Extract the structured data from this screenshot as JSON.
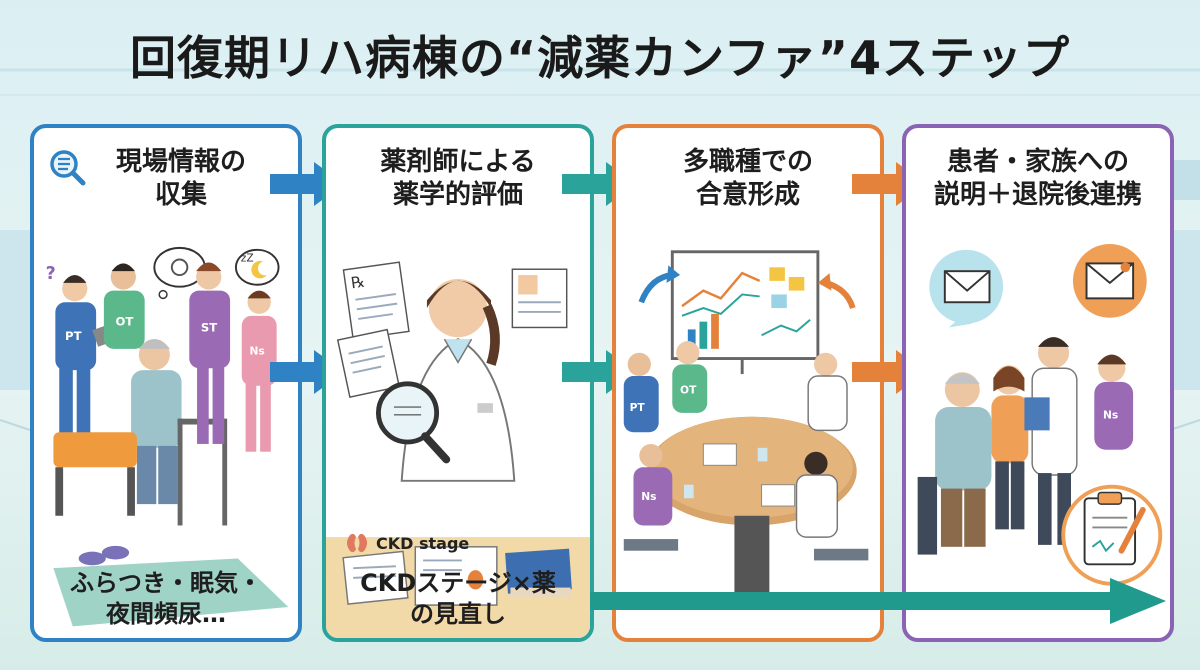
{
  "title": "回復期リハ病棟の“減薬カンファ”4ステップ",
  "steps": [
    {
      "title_lines": [
        "現場情報の",
        "収集"
      ],
      "footer_lines": [
        "ふらつき・眠気・",
        "夜間頻尿…"
      ],
      "color": "#2f82c3"
    },
    {
      "title_lines": [
        "薬剤師による",
        "薬学的評価"
      ],
      "footer_lines": [
        "CKDステージ×薬",
        "の見直し"
      ],
      "caption": "CKD stage",
      "color": "#2aa39a"
    },
    {
      "title_lines": [
        "多職種での",
        "合意形成"
      ],
      "color": "#e4813b"
    },
    {
      "title_lines": [
        "患者・家族への",
        "説明＋退院後連携"
      ],
      "color": "#8a63b4"
    }
  ],
  "labels": {
    "pt": "PT",
    "ot": "OT",
    "st": "ST",
    "ns": "Ns",
    "rx": "℞",
    "zzz": "zZ",
    "question": "?"
  },
  "icons": [
    "magnifier-list-icon",
    "thought-bubble-icon",
    "sleep-moon-icon",
    "kidney-icon",
    "mail-icon",
    "envelope-icon",
    "clipboard-icon"
  ]
}
